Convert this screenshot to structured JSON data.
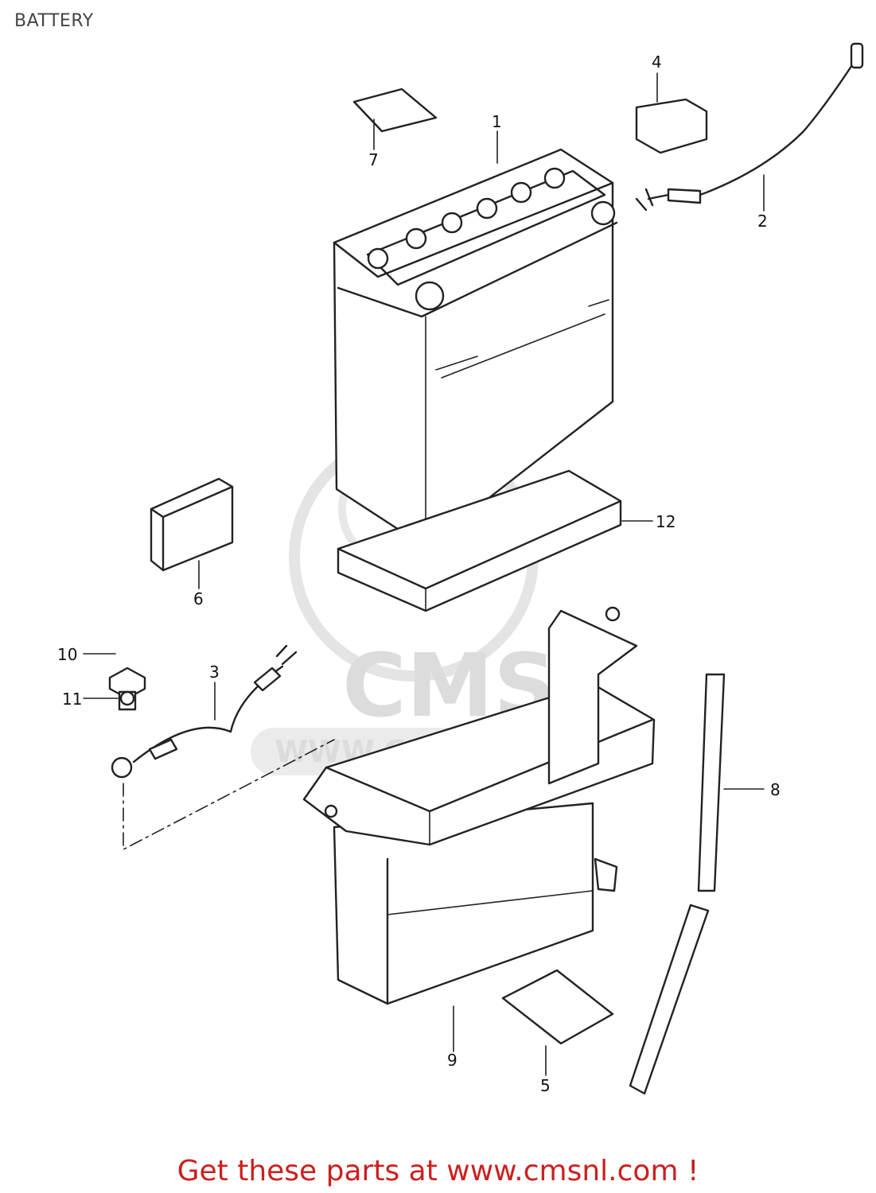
{
  "header": {
    "title": "BATTERY"
  },
  "watermark": {
    "logo_text": "CMS",
    "url_text": "WWW.CMSNL.COM"
  },
  "callouts": {
    "p1": "1",
    "p2": "2",
    "p3": "3",
    "p4": "4",
    "p5": "5",
    "p6": "6",
    "p7": "7",
    "p8": "8",
    "p9": "9",
    "p10": "10",
    "p11": "11",
    "p12": "12"
  },
  "footer": {
    "link_text": "Get these parts at www.cmsnl.com !",
    "link_color": "#cc1f1f"
  }
}
